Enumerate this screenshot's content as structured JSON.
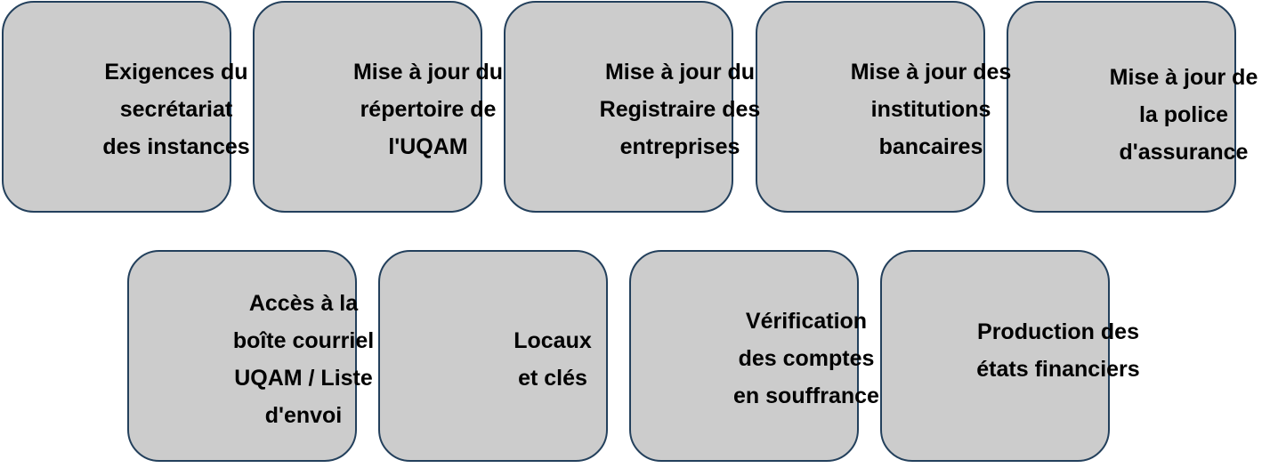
{
  "boxes": [
    {
      "id": "exigences",
      "lines": [
        "Exigences du",
        "secrétariat",
        "des instances"
      ]
    },
    {
      "id": "repertoire",
      "lines": [
        "Mise à jour du",
        "répertoire de",
        "l'UQAM"
      ]
    },
    {
      "id": "registraire",
      "lines": [
        "Mise à jour du",
        "Registraire des",
        "entreprises"
      ]
    },
    {
      "id": "institutions",
      "lines": [
        "Mise à jour des",
        "institutions",
        "bancaires"
      ]
    },
    {
      "id": "assurance",
      "lines": [
        "Mise à jour de",
        "la police",
        "d'assurance"
      ]
    },
    {
      "id": "courriel",
      "lines": [
        "Accès à la",
        "boîte courriel",
        "UQAM / Liste",
        "d'envoi"
      ]
    },
    {
      "id": "locaux",
      "lines": [
        "Locaux",
        "et clés"
      ]
    },
    {
      "id": "comptes",
      "lines": [
        "Vérification",
        "des comptes",
        "en souffrance"
      ]
    },
    {
      "id": "etats",
      "lines": [
        "Production des",
        "états financiers"
      ]
    }
  ],
  "colors": {
    "box_fill": "#cccccc",
    "box_border": "#23405c",
    "text": "#000000"
  }
}
